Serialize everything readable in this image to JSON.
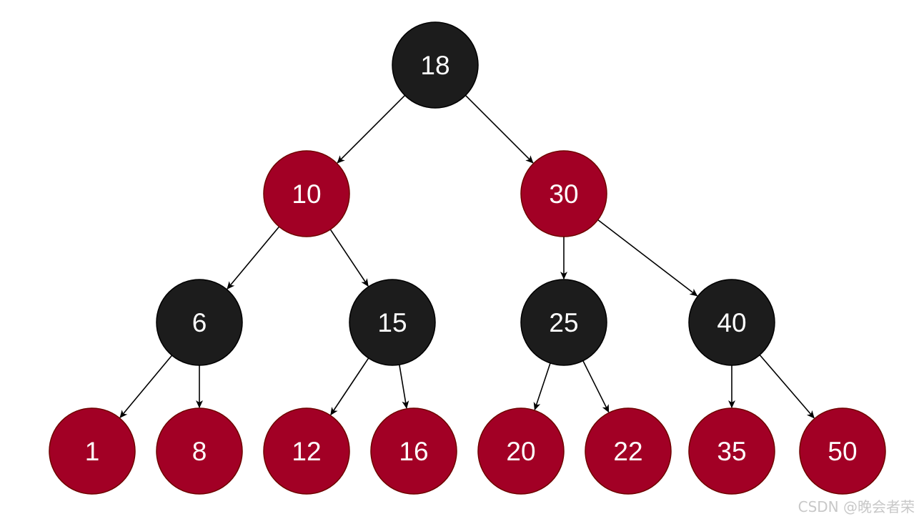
{
  "colors": {
    "black": "#1c1c1c",
    "red": "#a20025",
    "red_stroke": "#6f0000",
    "black_stroke": "#000000",
    "edge": "#000000",
    "label": "#ffffff"
  },
  "tree": {
    "nodes": [
      {
        "id": "n18",
        "label": "18",
        "color": "black"
      },
      {
        "id": "n10",
        "label": "10",
        "color": "red"
      },
      {
        "id": "n30",
        "label": "30",
        "color": "red"
      },
      {
        "id": "n6",
        "label": "6",
        "color": "black"
      },
      {
        "id": "n15",
        "label": "15",
        "color": "black"
      },
      {
        "id": "n25",
        "label": "25",
        "color": "black"
      },
      {
        "id": "n40",
        "label": "40",
        "color": "black"
      },
      {
        "id": "n1",
        "label": "1",
        "color": "red"
      },
      {
        "id": "n8",
        "label": "8",
        "color": "red"
      },
      {
        "id": "n12",
        "label": "12",
        "color": "red"
      },
      {
        "id": "n16",
        "label": "16",
        "color": "red"
      },
      {
        "id": "n20",
        "label": "20",
        "color": "red"
      },
      {
        "id": "n22",
        "label": "22",
        "color": "red"
      },
      {
        "id": "n35",
        "label": "35",
        "color": "red"
      },
      {
        "id": "n50",
        "label": "50",
        "color": "red"
      }
    ],
    "edges": [
      {
        "from": "n18",
        "to": "n10"
      },
      {
        "from": "n18",
        "to": "n30"
      },
      {
        "from": "n10",
        "to": "n6"
      },
      {
        "from": "n10",
        "to": "n15"
      },
      {
        "from": "n30",
        "to": "n25"
      },
      {
        "from": "n30",
        "to": "n40"
      },
      {
        "from": "n6",
        "to": "n1"
      },
      {
        "from": "n6",
        "to": "n8"
      },
      {
        "from": "n15",
        "to": "n12"
      },
      {
        "from": "n15",
        "to": "n16"
      },
      {
        "from": "n25",
        "to": "n20"
      },
      {
        "from": "n25",
        "to": "n22"
      },
      {
        "from": "n40",
        "to": "n35"
      },
      {
        "from": "n40",
        "to": "n50"
      }
    ]
  },
  "watermark": "CSDN @晚会者荣"
}
